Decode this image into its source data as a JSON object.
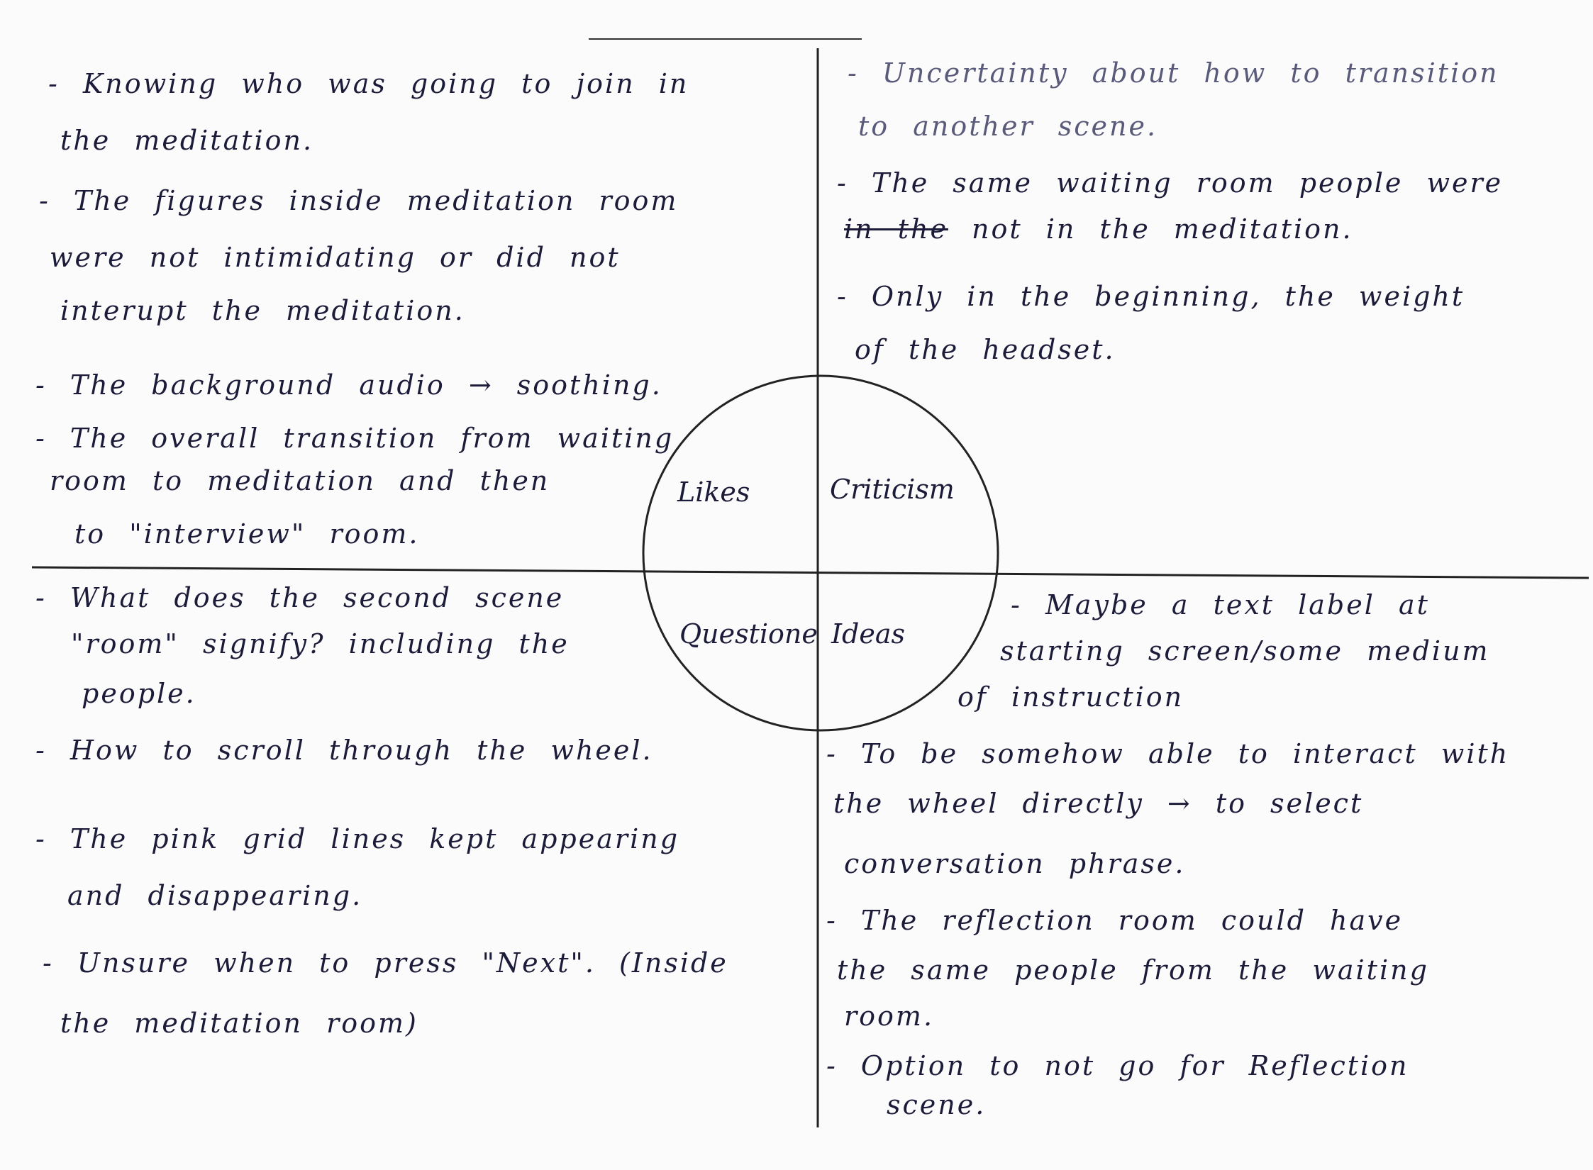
{
  "labels": {
    "likes": "Likes",
    "criticism": "Criticism",
    "questions": "Questione",
    "ideas": "Ideas"
  },
  "likes": [
    "- Knowing who was going to join in",
    "the meditation.",
    "- The figures inside meditation room",
    "were not intimidating or did not",
    "interupt the meditation.",
    "- The background audio → soothing.",
    "- The overall transition from waiting",
    "room to meditation and then",
    "to \"interview\" room."
  ],
  "criticism": {
    "uncertainty": [
      "- Uncertainty about how to transition",
      "to another scene."
    ],
    "same_room_1": "- The same waiting room people were",
    "same_room_2_crossed": "in the",
    "same_room_2_rest": "not in the meditation.",
    "headset": [
      "- Only in the beginning, the weight",
      "of the headset."
    ]
  },
  "questions": [
    "- What does the second scene",
    "\"room\" signify? including the",
    "people.",
    "- How to scroll through the wheel.",
    "- The pink grid lines kept appearing",
    "and disappearing.",
    "- Unsure when to press \"Next\". (Inside",
    "the meditation room)"
  ],
  "ideas": [
    "- Maybe a text label at",
    "starting screen/some medium",
    "of instruction",
    "- To be somehow able to interact with",
    "the wheel directly → to select",
    "conversation phrase.",
    "- The reflection room could have",
    "the same people from the waiting",
    "room.",
    "- Option to not go for Reflection",
    "scene."
  ]
}
